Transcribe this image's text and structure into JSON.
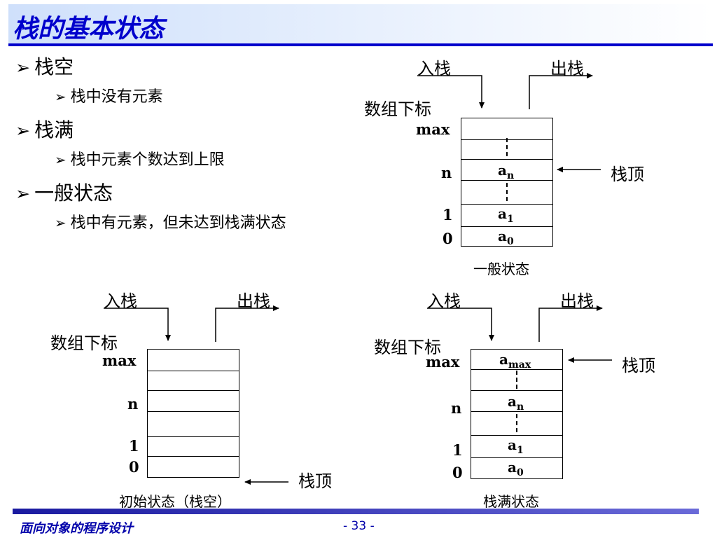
{
  "title": "栈的基本状态",
  "bullets": [
    {
      "label": "栈空",
      "sub": "栈中没有元素"
    },
    {
      "label": "栈满",
      "sub": "栈中元素个数达到上限"
    },
    {
      "label": "一般状态",
      "sub": "栈中有元素，但未达到栈满状态"
    }
  ],
  "labels": {
    "push": "入栈",
    "pop": "出栈",
    "index": "数组下标",
    "top": "栈顶",
    "idx_max": "max",
    "idx_n": "n",
    "idx_1": "1",
    "idx_0": "0"
  },
  "values": {
    "a": "a",
    "n": "n",
    "one": "1",
    "zero": "0",
    "max": "max"
  },
  "captions": {
    "general": "一般状态",
    "empty": "初始状态（栈空）",
    "full": "栈满状态"
  },
  "footer": {
    "course": "面向对象的程序设计",
    "page": "- 33 -"
  }
}
